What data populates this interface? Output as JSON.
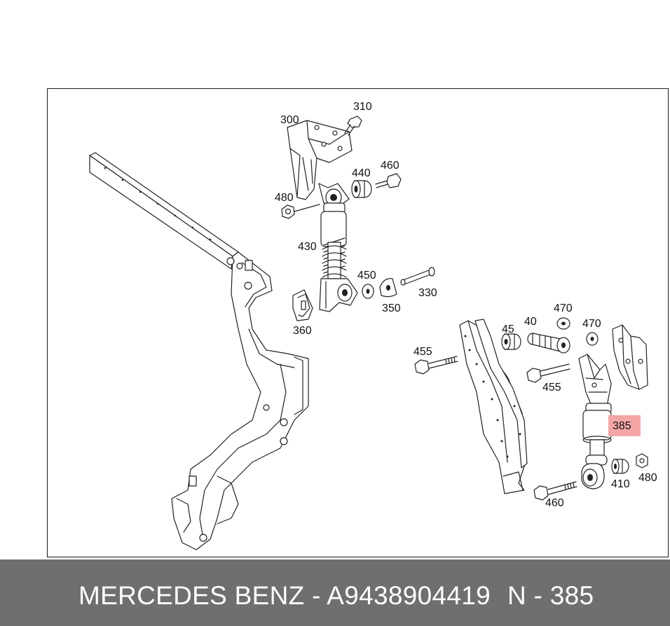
{
  "colors": {
    "footer_background": "#6f6f6f",
    "footer_text": "#ffffff",
    "highlight": "#f4a6a6",
    "line": "#222222"
  },
  "parts": [
    {
      "id": "p300",
      "label": "300"
    },
    {
      "id": "p310",
      "label": "310"
    },
    {
      "id": "p440",
      "label": "440"
    },
    {
      "id": "p460a",
      "label": "460"
    },
    {
      "id": "p480a",
      "label": "480"
    },
    {
      "id": "p430",
      "label": "430"
    },
    {
      "id": "p450",
      "label": "450"
    },
    {
      "id": "p330",
      "label": "330"
    },
    {
      "id": "p350",
      "label": "350"
    },
    {
      "id": "p360",
      "label": "360"
    },
    {
      "id": "p40",
      "label": "40"
    },
    {
      "id": "p470a",
      "label": "470"
    },
    {
      "id": "p45",
      "label": "45"
    },
    {
      "id": "p470b",
      "label": "470"
    },
    {
      "id": "p455a",
      "label": "455"
    },
    {
      "id": "p455b",
      "label": "455"
    },
    {
      "id": "p385",
      "label": "385",
      "highlighted": true
    },
    {
      "id": "p410",
      "label": "410"
    },
    {
      "id": "p480b",
      "label": "480"
    },
    {
      "id": "p460b",
      "label": "460"
    }
  ],
  "footer": {
    "brand_part": "MERCEDES BENZ - A9438904419",
    "ref": "N - 385"
  }
}
